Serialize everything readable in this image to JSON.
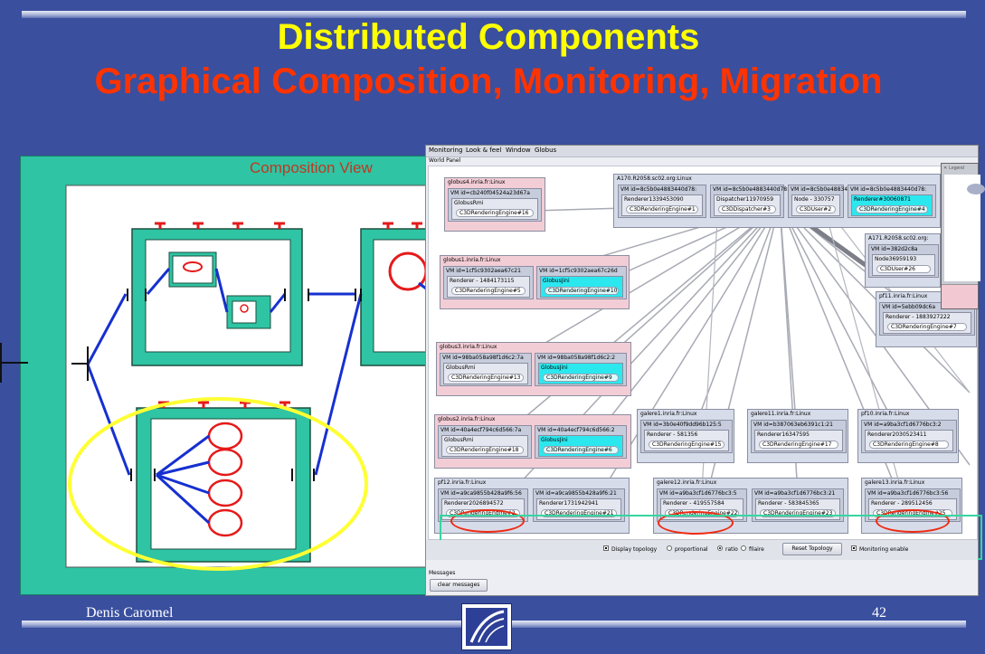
{
  "slide": {
    "title": "Distributed Components",
    "subtitle": "Graphical Composition, Monitoring, Migration",
    "composition_label": "Composition View",
    "author": "Denis Caromel",
    "page_number": "42"
  },
  "monitor": {
    "menu": [
      "Monitoring",
      "Look & feel",
      "Window",
      "Globus"
    ],
    "panel_title": "World Panel",
    "nodes": [
      {
        "title": "globus4.inria.fr:Linux",
        "color": "pink",
        "vms": [
          {
            "title": "VM id=cb240f04524a23d67a",
            "objects": [
              {
                "name": "GlobusRmi",
                "component": "C3DRenderingEngine#16",
                "cyan": false
              }
            ]
          }
        ]
      },
      {
        "title": "A170.R2058.sc02.org:Linux",
        "color": "blue",
        "vms": [
          {
            "title": "VM id=8c5b0e4883440d78:",
            "objects": [
              {
                "name": "Renderer1339453090",
                "component": "C3DRenderingEngine#1",
                "cyan": false
              }
            ]
          },
          {
            "title": "VM id=8c5b0e4883440d78:",
            "objects": [
              {
                "name": "Dispatcher11970959",
                "component": "C3DDispatcher#3",
                "cyan": false
              }
            ]
          },
          {
            "title": "VM id=8c5b0e4883440d78:",
            "objects": [
              {
                "name": "Node - 330757",
                "component": "C3DUser#2",
                "cyan": false
              }
            ]
          },
          {
            "title": "VM id=8c5b0e4883440d78:",
            "objects": [
              {
                "name": "Renderer#30060871",
                "component": "C3DRenderingEngine#4",
                "cyan": true
              }
            ]
          }
        ]
      },
      {
        "title": "A171.R2058.sc02.org:",
        "color": "blue",
        "vms": [
          {
            "title": "VM id=382d2c8a",
            "objects": [
              {
                "name": "Node36959193",
                "component": "C3DUser#26",
                "cyan": false
              }
            ]
          }
        ]
      },
      {
        "title": "globus1.inria.fr:Linux",
        "color": "pink",
        "vms": [
          {
            "title": "VM id=1cf5c9302aea67c21",
            "objects": [
              {
                "name": "Renderer - 1484173115",
                "component": "C3DRenderingEngine#5",
                "cyan": false
              }
            ]
          },
          {
            "title": "VM id=1cf5c9302aea67c26d",
            "objects": [
              {
                "name": "GlobusJini",
                "component": "C3DRenderingEngine#10",
                "cyan": true
              }
            ]
          }
        ]
      },
      {
        "title": "pf11.inria.fr:Linux",
        "color": "blue",
        "vms": [
          {
            "title": "VM id=5ebb09dc6a",
            "objects": [
              {
                "name": "Renderer - 1883927222",
                "component": "C3DRenderingEngine#7",
                "cyan": false
              }
            ]
          }
        ]
      },
      {
        "title": "globus3.inria.fr:Linux",
        "color": "pink",
        "vms": [
          {
            "title": "VM id=98ba058a98f1d6c2:7a",
            "objects": [
              {
                "name": "GlobusRmi",
                "component": "C3DRenderingEngine#13",
                "cyan": false
              }
            ]
          },
          {
            "title": "VM id=98ba058a98f1d6c2:2",
            "objects": [
              {
                "name": "GlobusJini",
                "component": "C3DRenderingEngine#9",
                "cyan": true
              }
            ]
          }
        ]
      },
      {
        "title": "globus2.inria.fr:Linux",
        "color": "pink",
        "vms": [
          {
            "title": "VM id=40a4ecf794c6d566:7a",
            "objects": [
              {
                "name": "GlobusRmi",
                "component": "C3DRenderingEngine#18",
                "cyan": false
              }
            ]
          },
          {
            "title": "VM id=40a4ecf794c6d566:2",
            "objects": [
              {
                "name": "GlobusJini",
                "component": "C3DRenderingEngine#6",
                "cyan": true
              }
            ]
          }
        ]
      },
      {
        "title": "galere1.inria.fr:Linux",
        "color": "blue",
        "vms": [
          {
            "title": "VM id=3b0e40f9dd96b125:5",
            "objects": [
              {
                "name": "Renderer - 581356",
                "component": "C3DRenderingEngine#15",
                "cyan": false
              }
            ]
          }
        ]
      },
      {
        "title": "galere11.inria.fr:Linux",
        "color": "blue",
        "vms": [
          {
            "title": "VM id=b387063eb6391c1:21",
            "objects": [
              {
                "name": "Renderer16347595",
                "component": "C3DRenderingEngine#17",
                "cyan": false
              }
            ]
          }
        ]
      },
      {
        "title": "pf10.inria.fr:Linux",
        "color": "blue",
        "vms": [
          {
            "title": "VM id=a9ba3cf1d6776bc3:2",
            "objects": [
              {
                "name": "Renderer2030523411",
                "component": "C3DRenderingEngine#8",
                "cyan": false
              }
            ]
          }
        ]
      },
      {
        "title": "pf12.inria.fr:Linux",
        "color": "blue",
        "vms": [
          {
            "title": "VM id=a9ca9855b428a9f6:56",
            "objects": [
              {
                "name": "Renderer2026894572",
                "component": "C3DRenderingEngine#2",
                "cyan": false
              }
            ]
          },
          {
            "title": "VM id=a9ca9855b428a9f6:21",
            "objects": [
              {
                "name": "Renderer1731942941",
                "component": "C3DRenderingEngine#21",
                "cyan": false
              }
            ]
          }
        ]
      },
      {
        "title": "galere12.inria.fr:Linux",
        "color": "blue",
        "vms": [
          {
            "title": "VM id=a9ba3cf1d6776bc3:5",
            "objects": [
              {
                "name": "Renderer - 419557584",
                "component": "C3DRenderingEngine#22",
                "cyan": false
              }
            ]
          },
          {
            "title": "VM id=a9ba3cf1d6776bc3:21",
            "objects": [
              {
                "name": "Renderer - 583845365",
                "component": "C3DRenderingEngine#23",
                "cyan": false
              }
            ]
          }
        ]
      },
      {
        "title": "galere13.inria.fr:Linux",
        "color": "blue",
        "vms": [
          {
            "title": "VM id=a9ba3cf1d6776bc3:56",
            "objects": [
              {
                "name": "Renderer - 289512456",
                "component": "C3DRenderingEngine#25",
                "cyan": false
              }
            ]
          }
        ]
      }
    ],
    "controls": {
      "display_topology": "Display topology",
      "proportional": "proportional",
      "ratio": "ratio",
      "filaire": "filaire",
      "reset_topology": "Reset Topology",
      "monitoring_enable": "Monitoring enable"
    },
    "messages_title": "Messages",
    "clear_messages": "clear messages",
    "legend_title": "Legend"
  },
  "colors": {
    "background": "#3a4f9e",
    "title": "#ffff00",
    "subtitle": "#ff3300",
    "composition_panel": "#2fc4a4",
    "highlight_ellipse": "#ffff33",
    "highlight_circle": "#ee2a12"
  }
}
